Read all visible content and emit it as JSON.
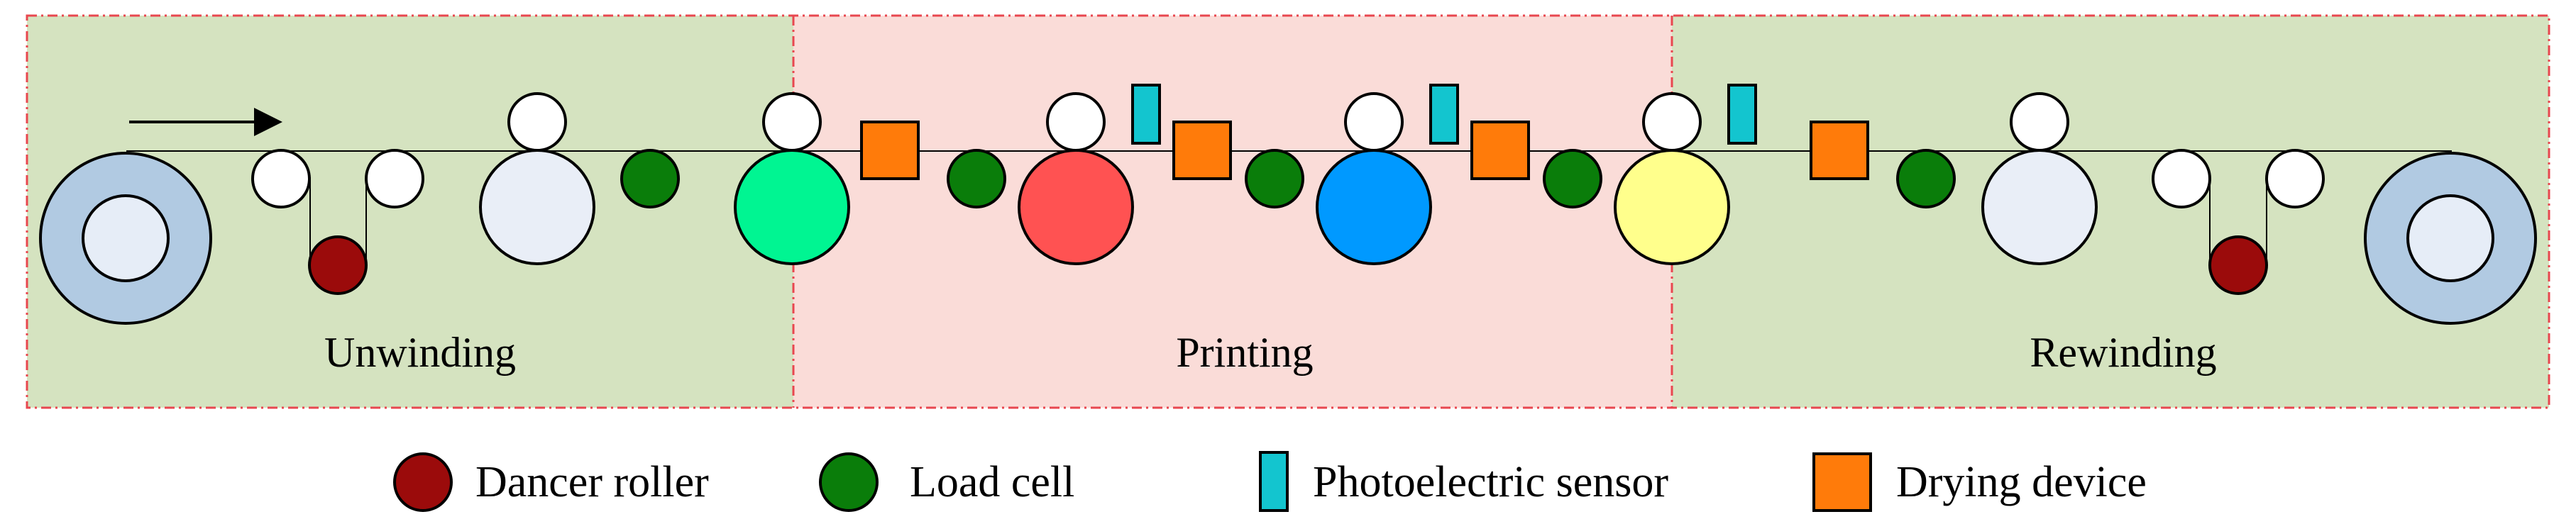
{
  "sections": [
    {
      "label": "Unwinding",
      "color": "#d5e3c0"
    },
    {
      "label": "Printing",
      "color": "#fadcd8"
    },
    {
      "label": "Rewinding",
      "color": "#d5e3c0"
    }
  ],
  "legend": {
    "dancer_roller": "Dancer roller",
    "load_cell": "Load cell",
    "photoelectric_sensor": "Photoelectric sensor",
    "drying_device": "Drying device"
  },
  "colors": {
    "border": "#e8474f",
    "reel_outer": "#b1cae2",
    "reel_inner": "#e6edf7",
    "roller": "#ffffff",
    "big_roller": "#e9eef7",
    "dancer": "#9b0b0b",
    "load_cell": "#0a7d0a",
    "sensor": "#13c5cf",
    "dryer": "#ff7b0a",
    "print_unit_1": "#00f592",
    "print_unit_2": "#ff5252",
    "print_unit_3": "#0099ff",
    "print_unit_4": "#ffff8c"
  },
  "icons": {
    "direction": "arrow-right-icon"
  }
}
